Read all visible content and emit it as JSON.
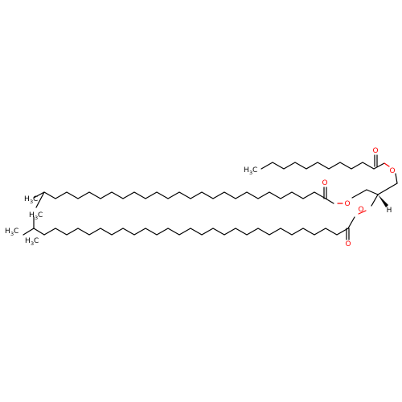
{
  "atoms": {
    "oxygen": "O",
    "hydrogen": "H",
    "methyl_c": "C",
    "methyl_h": "H",
    "methyl_3": "3"
  },
  "colors": {
    "oxygen": "#ff0000",
    "bond": "#000000",
    "background": "#ffffff"
  }
}
